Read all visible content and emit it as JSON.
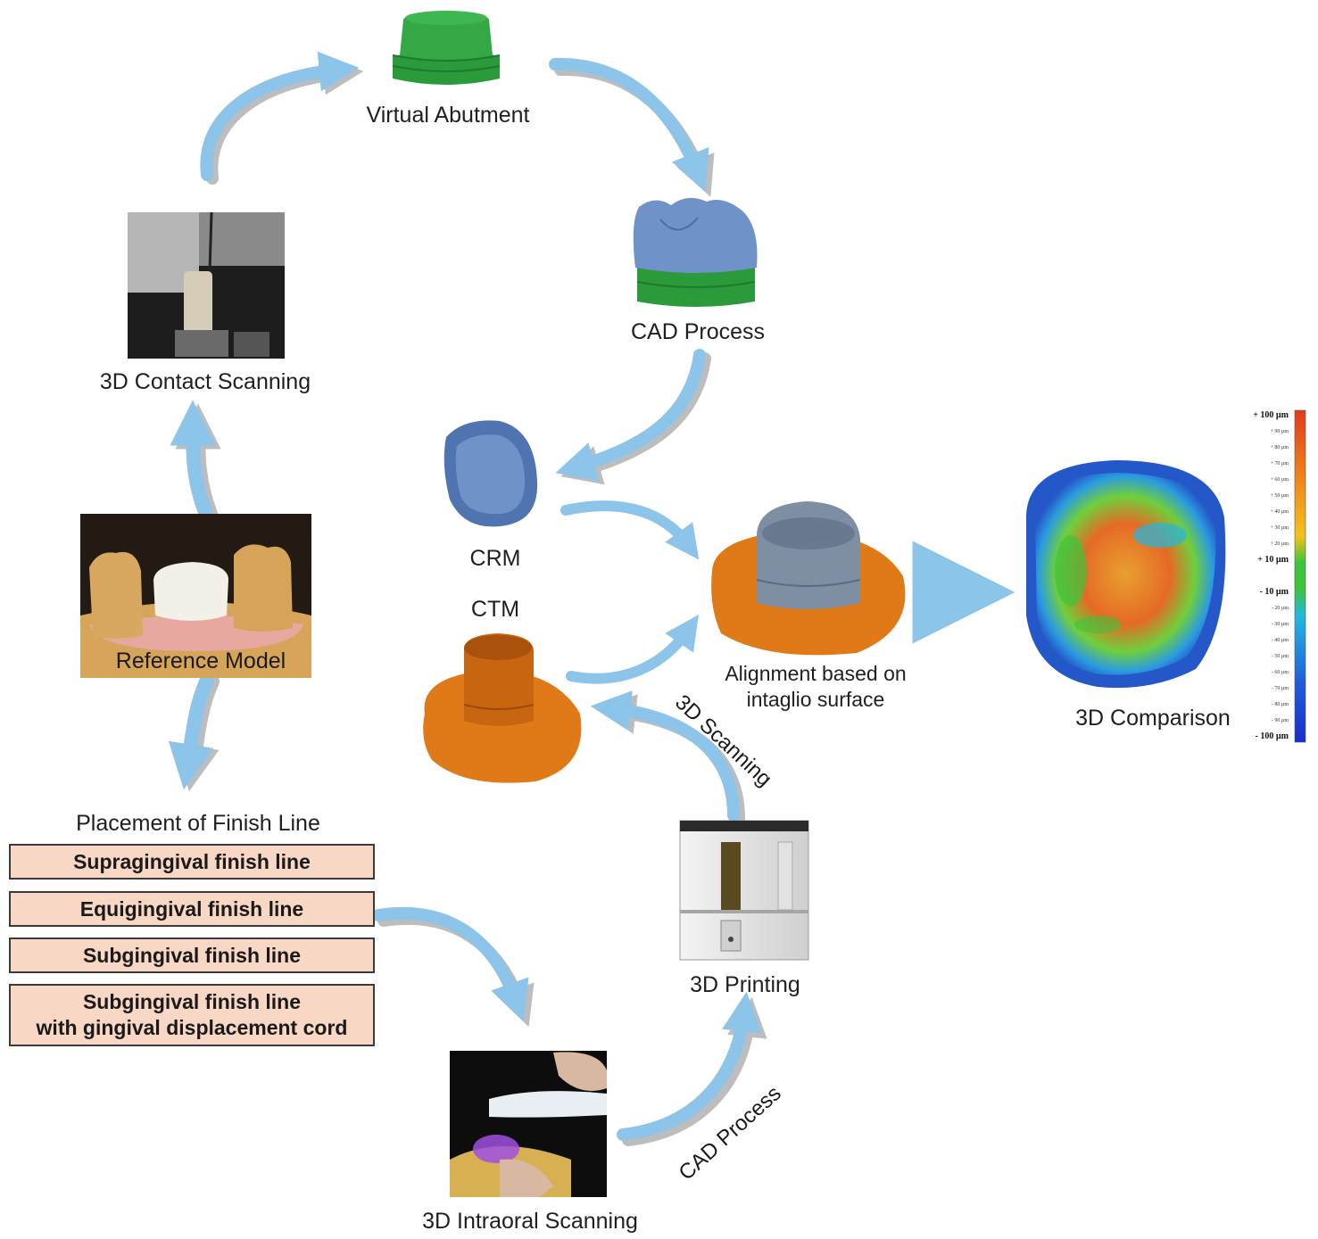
{
  "stages": {
    "virtual_abutment": "Virtual Abutment",
    "cad_process": "CAD Process",
    "contact_scanning": "3D Contact Scanning",
    "reference_model": "Reference Model",
    "crm": "CRM",
    "ctm": "CTM",
    "alignment_line1": "Alignment based on",
    "alignment_line2": "intaglio surface",
    "comparison": "3D Comparison",
    "printing": "3D Printing",
    "intraoral_scanning": "3D Intraoral Scanning",
    "scanning_arrow": "3D Scanning",
    "cad_arrow": "CAD Process"
  },
  "finish_line": {
    "title": "Placement of Finish Line",
    "options": [
      "Supragingival finish line",
      "Equigingival finish line",
      "Subgingival finish line",
      "Subgingival finish line",
      "with gingival displacement cord"
    ]
  },
  "color_scale": {
    "labels": [
      "+ 100 µm",
      "+ 90 µm",
      "+ 80 µm",
      "+ 70 µm",
      "+ 60 µm",
      "+ 50 µm",
      "+ 40 µm",
      "+ 30 µm",
      "+ 20 µm",
      "+ 10 µm",
      "- 10 µm",
      "- 20 µm",
      "- 30 µm",
      "- 40 µm",
      "- 50 µm",
      "- 60 µm",
      "- 70 µm",
      "- 80 µm",
      "- 90 µm",
      "- 100 µm"
    ],
    "colors": {
      "red": "#e23a1c",
      "orange": "#f08a1a",
      "yellow": "#f3c21c",
      "green": "#3cc43c",
      "cyan": "#22b8e0",
      "blue": "#1f5ed8",
      "navy": "#1a2bd0"
    }
  },
  "palette": {
    "arrow": "#8cc4ea",
    "arrow_shadow": "#b9b9b9",
    "finish_box_fill": "#f9d7c5",
    "abutment_green": "#2a9a3a",
    "crown_blue": "#6f93c9",
    "resin_orange": "#e07a18"
  }
}
